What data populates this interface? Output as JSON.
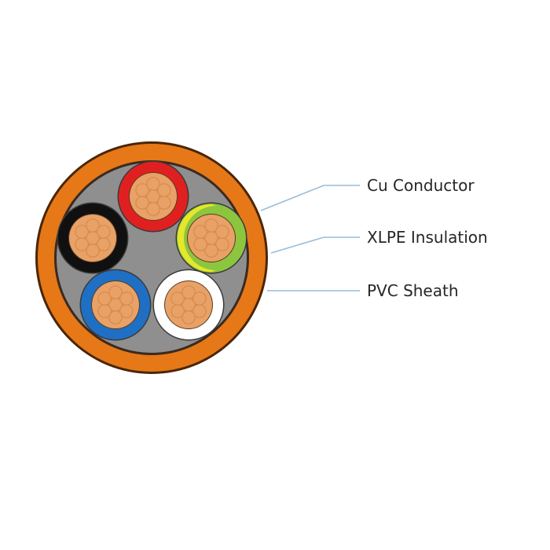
{
  "labels": {
    "conductor": "Cu Conductor",
    "insulation": "XLPE Insulation",
    "sheath": "PVC Sheath"
  },
  "colors": {
    "sheath": "#e67817",
    "sheath_edge": "#4a2608",
    "filler": "#8f8f8f",
    "copper": "#e8a166",
    "copper_strand": "#d98a4a",
    "leader_line": "#9bbcd6",
    "core_red": "#e02020",
    "core_green_yellow": "#8cc63e",
    "core_black": "#101010",
    "core_blue": "#1f6fc4",
    "core_white": "#ffffff"
  },
  "cores": [
    {
      "color_name": "red"
    },
    {
      "color_name": "green-yellow"
    },
    {
      "color_name": "black"
    },
    {
      "color_name": "blue"
    },
    {
      "color_name": "white"
    }
  ]
}
